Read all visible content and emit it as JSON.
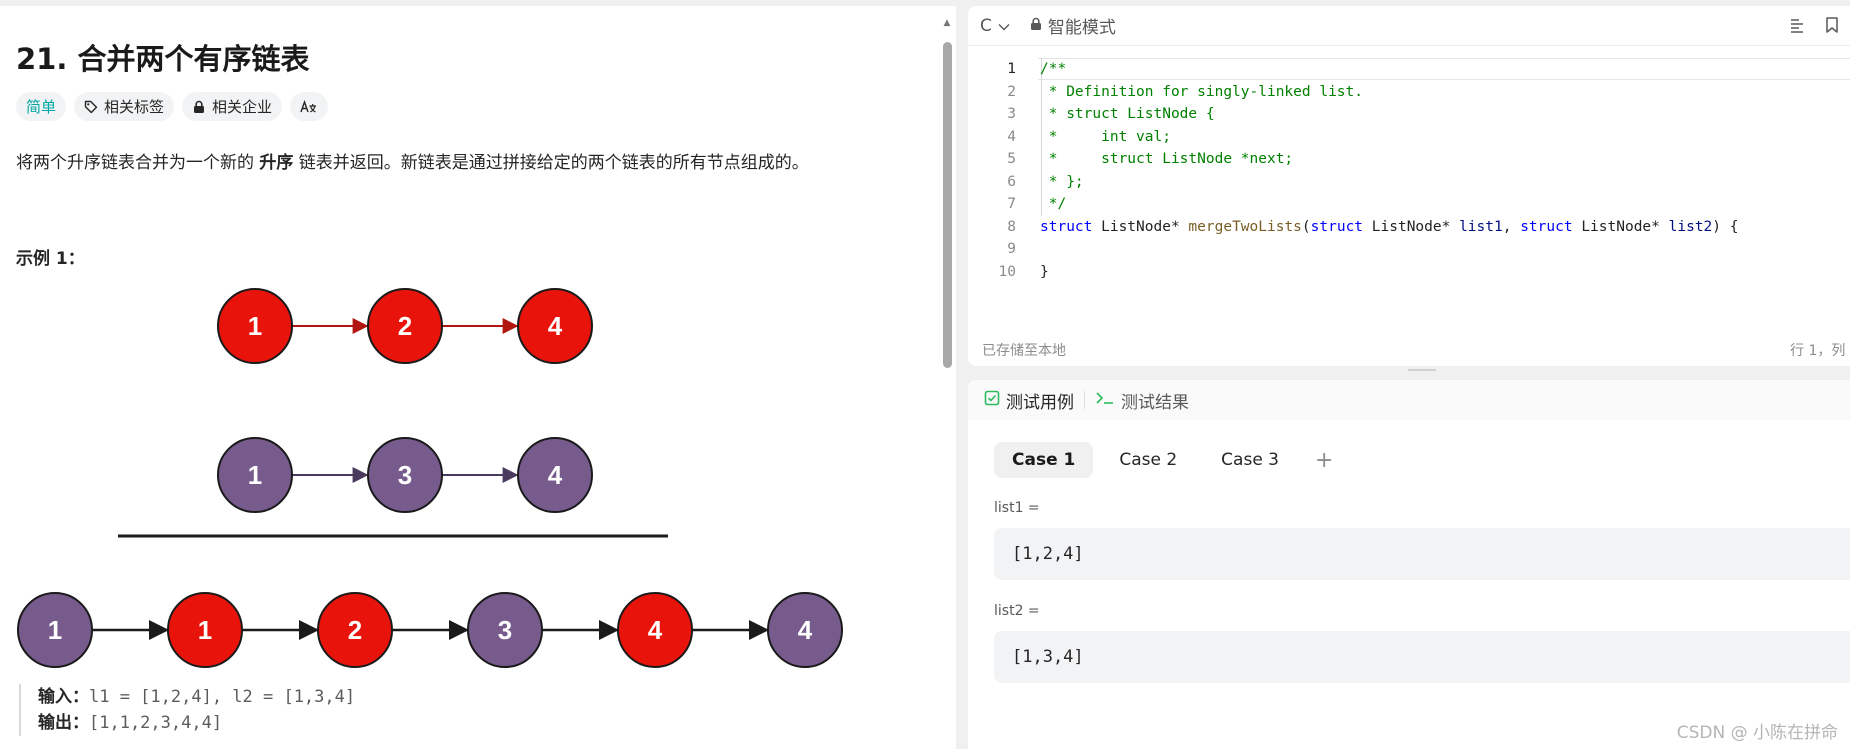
{
  "problem": {
    "title": "21. 合并两个有序链表",
    "tags": [
      {
        "label": "简单",
        "icon": ""
      },
      {
        "label": "相关标签",
        "icon": "tag-icon"
      },
      {
        "label": "相关企业",
        "icon": "lock-icon"
      },
      {
        "label": "",
        "icon": "translate-icon"
      }
    ],
    "description": {
      "before": "将两个升序链表合并为一个新的 ",
      "bold": "升序",
      "after": " 链表并返回。新链表是通过拼接给定的两个链表的所有节点组成的。"
    },
    "example_title": "示例 1：",
    "diagram": {
      "list1": [
        "1",
        "2",
        "4"
      ],
      "list2": [
        "1",
        "3",
        "4"
      ],
      "merged": [
        "1",
        "1",
        "2",
        "3",
        "4",
        "4"
      ],
      "merged_colors": [
        "purple",
        "red",
        "red",
        "purple",
        "red",
        "purple"
      ],
      "colors": {
        "red": "#e8130b",
        "purple": "#765b8c",
        "red_arrow": "#b0150f",
        "purple_arrow": "#4a3a5e",
        "dark_arrow": "#1a1a1a"
      }
    },
    "io": {
      "input_label": "输入：",
      "input_value": "l1 = [1,2,4], l2 = [1,3,4]",
      "output_label": "输出：",
      "output_value": "[1,1,2,3,4,4]"
    }
  },
  "editor": {
    "language": "C",
    "mode_label": "智能模式",
    "lines": [
      {
        "n": "1",
        "parts": [
          [
            "c-com",
            "/**"
          ]
        ]
      },
      {
        "n": "2",
        "parts": [
          [
            "c-com",
            " * Definition for singly-linked list."
          ]
        ]
      },
      {
        "n": "3",
        "parts": [
          [
            "c-com",
            " * struct ListNode {"
          ]
        ]
      },
      {
        "n": "4",
        "parts": [
          [
            "c-com",
            " *     int val;"
          ]
        ]
      },
      {
        "n": "5",
        "parts": [
          [
            "c-com",
            " *     struct ListNode *next;"
          ]
        ]
      },
      {
        "n": "6",
        "parts": [
          [
            "c-com",
            " * };"
          ]
        ]
      },
      {
        "n": "7",
        "parts": [
          [
            "c-com",
            " */"
          ]
        ]
      },
      {
        "n": "8",
        "parts": [
          [
            "c-kw",
            "struct"
          ],
          [
            "c-plain",
            " ListNode* "
          ],
          [
            "c-fn",
            "mergeTwoLists"
          ],
          [
            "c-plain",
            "("
          ],
          [
            "c-kw",
            "struct"
          ],
          [
            "c-plain",
            " ListNode* "
          ],
          [
            "c-var",
            "list1"
          ],
          [
            "c-plain",
            ", "
          ],
          [
            "c-kw",
            "struct"
          ],
          [
            "c-plain",
            " ListNode* "
          ],
          [
            "c-var",
            "list2"
          ],
          [
            "c-plain",
            ") {"
          ]
        ]
      },
      {
        "n": "9",
        "parts": [
          [
            "c-plain",
            ""
          ]
        ]
      },
      {
        "n": "10",
        "parts": [
          [
            "c-plain",
            "}"
          ]
        ]
      }
    ],
    "status": "已存储至本地",
    "position": "行 1，列"
  },
  "testcase": {
    "tab_testcase": "测试用例",
    "tab_result": "测试结果",
    "cases": [
      "Case 1",
      "Case 2",
      "Case 3"
    ],
    "add_label": "+",
    "vars": [
      {
        "label": "list1 =",
        "value": "[1,2,4]"
      },
      {
        "label": "list2 =",
        "value": "[1,3,4]"
      }
    ]
  },
  "watermark": "CSDN @ 小陈在拼命"
}
